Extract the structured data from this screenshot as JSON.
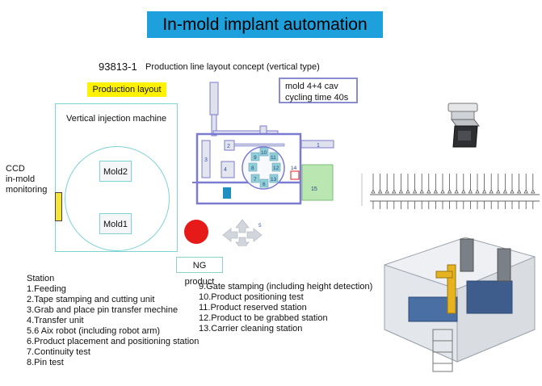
{
  "title": "In-mold implant automation",
  "document": {
    "code": "93813-1",
    "description": "Production line layout concept (vertical type)"
  },
  "production_layout_label": "Production layout",
  "mold_info": {
    "line1": "mold  4+4 cav",
    "line2": "cycling time 40s"
  },
  "machine": {
    "label": "Vertical injection machine",
    "mold_top": "Mold2",
    "mold_bottom": "Mold1"
  },
  "ccd": {
    "line1": "CCD",
    "line2": "in-mold",
    "line3": "monitoring"
  },
  "ng_product": "NG product",
  "layout_numbers": {
    "n1": "1",
    "n2": "2",
    "n3": "3",
    "n4": "4",
    "n5": "5",
    "n8": "8",
    "n9": "9",
    "n10": "10",
    "n11": "11",
    "n12": "12",
    "n13": "13",
    "n14": "14",
    "n15": "15",
    "n6": "6",
    "n7": "7"
  },
  "stations_left": [
    "Station",
    "1.Feeding",
    "2.Tape stamping and cutting unit",
    "3.Grab and place pin transfer mechine",
    "4.Transfer unit",
    "5.6 Aix robot (including robot arm)",
    "6.Product placement and positioning station",
    "7.Continuity test",
    "8.Pin test"
  ],
  "stations_right": [
    "9.Gate stamping (including height detection)",
    "10.Product positioning test",
    "11.Product reserved station",
    "12.Product to be grabbed station",
    "13.Carrier cleaning station"
  ],
  "colors": {
    "title_bg": "#1ea0dc",
    "highlight": "#fff200",
    "layout_frame": "#7b7bd1",
    "machine_outline": "#7ed3d3",
    "ng_red": "#e71a1a",
    "rotary_fill": "#8fd0d8",
    "green_area": "#b9e6b1"
  }
}
